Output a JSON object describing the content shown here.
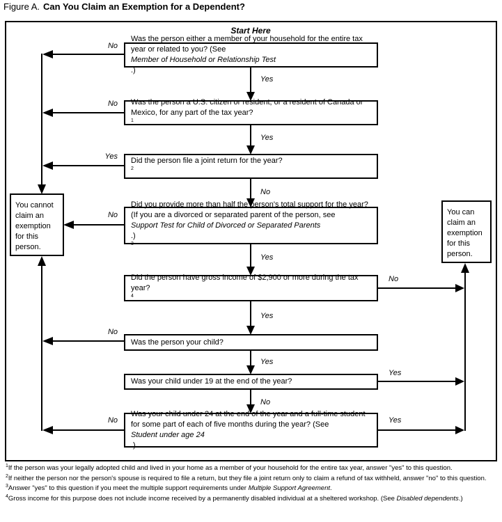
{
  "title": {
    "prefix": "Figure A.",
    "main": "Can You Claim an Exemption for a Dependent?"
  },
  "start_here": "Start Here",
  "colors": {
    "ink": "#000000",
    "background": "#ffffff"
  },
  "results": {
    "cannot": "You cannot claim an exemption for this person.",
    "can": "You can claim an exemption for this person."
  },
  "questions": [
    {
      "left_label": "No",
      "down_label": "Yes",
      "segments": [
        {
          "t": "Was the person either a member of your household for the entire tax year or related to you? (See "
        },
        {
          "t": "Member of Household or Relationship Test",
          "i": true
        },
        {
          "t": ".)"
        }
      ]
    },
    {
      "left_label": "No",
      "down_label": "Yes",
      "segments": [
        {
          "t": "Was the person a U.S. citizen or resident, or a resident of Canada or Mexico, for any part of the tax year?"
        },
        {
          "t": "1",
          "s": true
        }
      ]
    },
    {
      "left_label": "Yes",
      "down_label": "No",
      "segments": [
        {
          "t": "Did the person file a joint return for the year?"
        },
        {
          "t": "2",
          "s": true
        }
      ]
    },
    {
      "left_label": "No",
      "down_label": "Yes",
      "segments": [
        {
          "t": "Did you provide more than half the person's total support for the year? (If you are a divorced or separated parent of the person, see "
        },
        {
          "t": "Support Test for Child of Divorced or Separated Parents",
          "i": true
        },
        {
          "t": ".)"
        },
        {
          "t": "3",
          "s": true
        }
      ]
    },
    {
      "right_label": "No",
      "down_label": "Yes",
      "segments": [
        {
          "t": "Did the person have gross income of $2,900 or more during the tax year?"
        },
        {
          "t": "4",
          "s": true
        }
      ]
    },
    {
      "left_label": "No",
      "down_label": "Yes",
      "segments": [
        {
          "t": "Was the person your child?"
        }
      ]
    },
    {
      "right_label": "Yes",
      "down_label": "No",
      "segments": [
        {
          "t": "Was your child under 19 at the end of the year?"
        }
      ]
    },
    {
      "left_label": "No",
      "right_label": "Yes",
      "segments": [
        {
          "t": "Was your child under 24 at the end of the year and a full-time student for some part of each of five months during the year? (See "
        },
        {
          "t": "Student under age 24",
          "i": true
        },
        {
          "t": ".)"
        }
      ]
    }
  ],
  "footnotes": [
    {
      "segments": [
        {
          "t": "1",
          "s": true
        },
        {
          "t": "If the person was your legally adopted child and lived in your home as a member of your household for the entire tax year, answer \"yes\" to this question."
        }
      ]
    },
    {
      "segments": [
        {
          "t": "2",
          "s": true
        },
        {
          "t": "If neither the person nor the person's spouse is required to file a return, but they file a joint return only to claim a refund of tax withheld, answer \"no\" to this question."
        }
      ]
    },
    {
      "segments": [
        {
          "t": "3",
          "s": true
        },
        {
          "t": "Answer \"yes\" to this question if you meet the multiple support requirements under "
        },
        {
          "t": "Multiple Support Agreement",
          "i": true
        },
        {
          "t": "."
        }
      ]
    },
    {
      "segments": [
        {
          "t": "4",
          "s": true
        },
        {
          "t": "Gross income for this purpose does not include income received by a permanently disabled individual at a sheltered workshop. (See "
        },
        {
          "t": "Disabled dependents",
          "i": true
        },
        {
          "t": ".)"
        }
      ]
    }
  ]
}
